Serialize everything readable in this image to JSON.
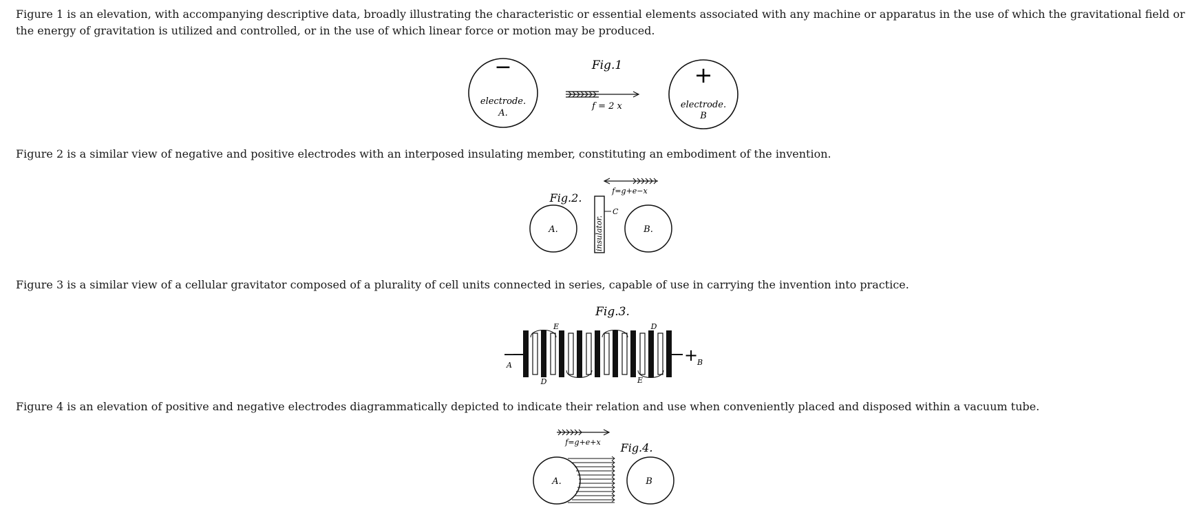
{
  "paragraphs": {
    "fig1": "Figure 1 is an elevation, with accompanying descriptive data, broadly illustrating the characteristic or essential elements associated with any machine or apparatus in the use of which the gravitational field or the energy of gravitation is utilized and controlled, or in the use of which linear force or motion may be produced.",
    "fig2": "Figure 2 is a similar view of negative and positive electrodes with an interposed insulating member, constituting an embodiment of the invention.",
    "fig3": "Figure 3 is a similar view of a cellular gravitator composed of a plurality of cell units connected in series, capable of use in carrying the invention into practice.",
    "fig4": "Figure 4 is an elevation of positive and negative electrodes diagrammatically depicted to indicate their relation and use when conveniently placed and disposed within a vacuum tube."
  },
  "figure1": {
    "caption": "Fig.1",
    "negative_sign": "−",
    "positive_sign": "+",
    "left_label": "electrode.",
    "left_letter": "A.",
    "right_label": "electrode.",
    "right_letter": "B",
    "formula": "f = 2 x"
  },
  "figure2": {
    "caption": "Fig.2.",
    "formula": "f=g+e−x",
    "left_letter": "A.",
    "right_letter": "B.",
    "insulator_label": "insulator.",
    "c_label": "C"
  },
  "figure3": {
    "caption": "Fig.3.",
    "minus": "−",
    "plus": "+",
    "a_label": "A",
    "b_label": "B",
    "e_top": "E",
    "d_top": "D",
    "d_bottom": "D",
    "e_bottom": "E"
  },
  "figure4": {
    "caption": "Fig.4.",
    "formula": "f=g+e+x",
    "left_letter": "A.",
    "right_letter": "B"
  }
}
